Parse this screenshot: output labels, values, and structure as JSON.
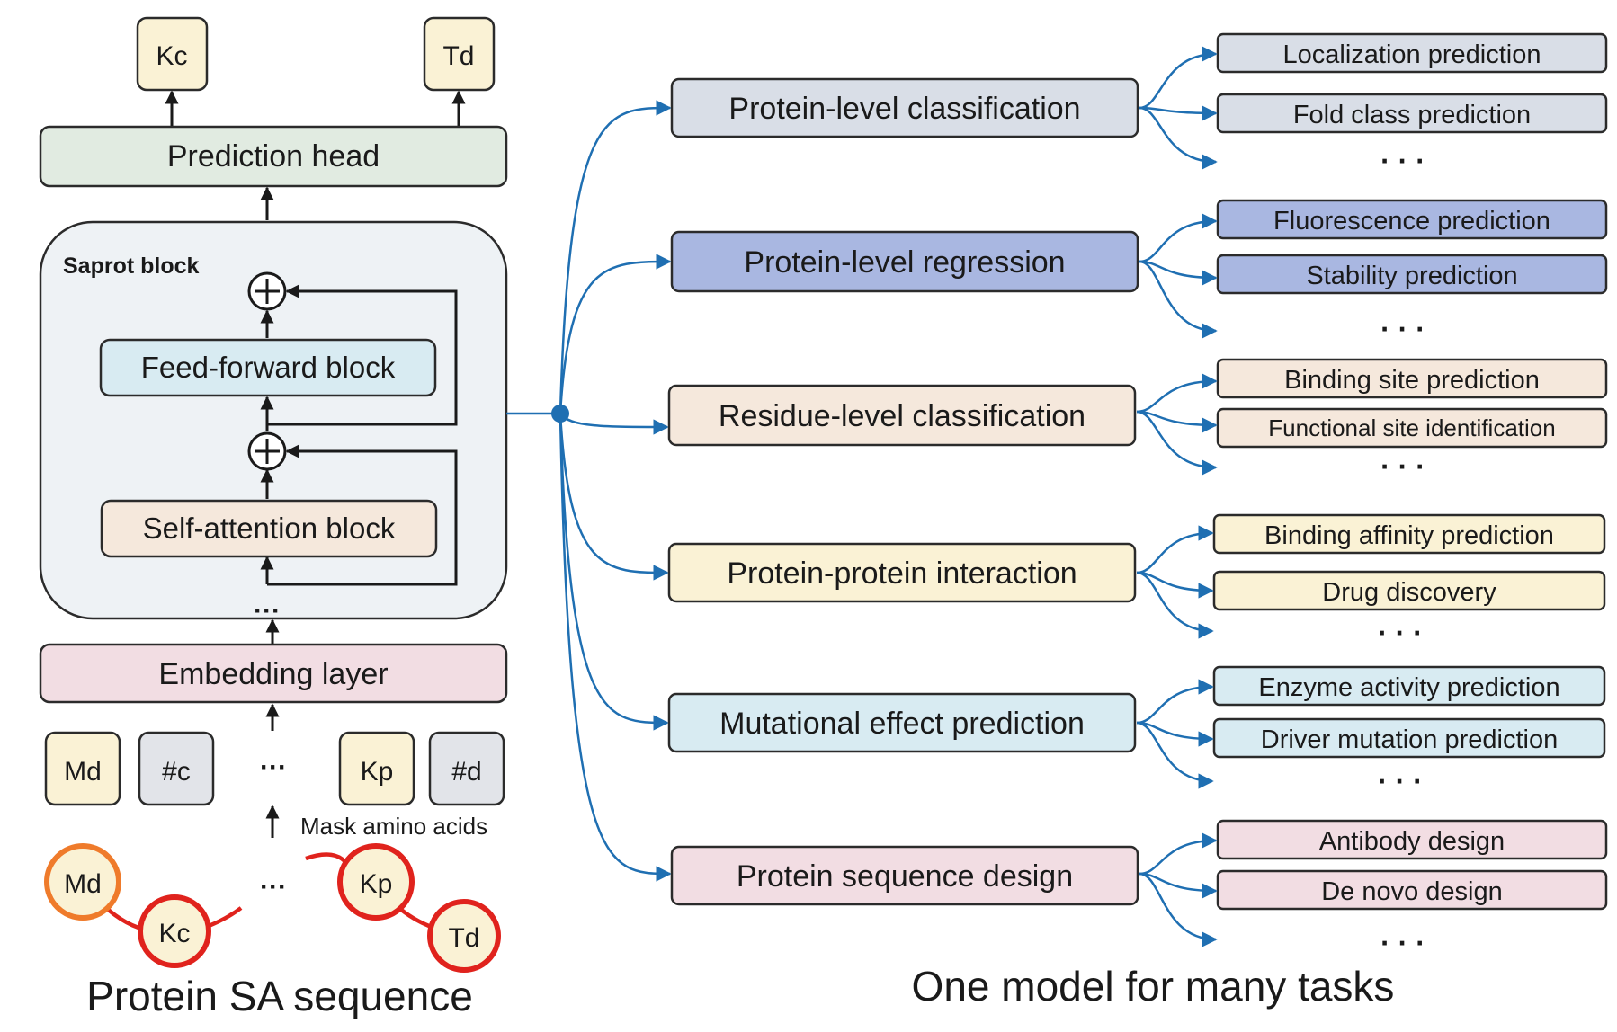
{
  "colors": {
    "cream": "#faf2d5",
    "gray": "#e2e4e9",
    "green": "#e1ebe1",
    "saprot_bg": "#eef2f5",
    "light_blue": "#d8ebf2",
    "peach": "#f5e8dc",
    "pink": "#f2dde3",
    "slate": "#d9dee7",
    "periwinkle": "#a9b7e1",
    "edge_blue": "#1f6fb2",
    "ring_red": "#e0231d",
    "ring_orange": "#ef7b2b"
  },
  "left": {
    "outputs": [
      "Kc",
      "Td"
    ],
    "prediction_head": "Prediction head",
    "saprot_block": {
      "title": "Saprot block",
      "feed_forward": "Feed-forward block",
      "self_attention": "Self-attention block"
    },
    "embedding_layer": "Embedding layer",
    "input_tokens": [
      "Md",
      "#c",
      "Kp",
      "#d"
    ],
    "ellipsis": "···",
    "mask_label": "Mask amino acids",
    "sequence_residues": [
      "Md",
      "Kc",
      "Kp",
      "Td"
    ],
    "caption": "Protein SA sequence"
  },
  "right": {
    "caption": "One model for many tasks",
    "ellipsis": "· · ·",
    "categories": [
      {
        "label": "Protein-level classification",
        "tasks": [
          "Localization prediction",
          "Fold class prediction"
        ]
      },
      {
        "label": "Protein-level regression",
        "tasks": [
          "Fluorescence prediction",
          "Stability prediction"
        ]
      },
      {
        "label": "Residue-level classification",
        "tasks": [
          "Binding site prediction",
          "Functional site identification"
        ]
      },
      {
        "label": "Protein-protein interaction",
        "tasks": [
          "Binding affinity prediction",
          "Drug discovery"
        ]
      },
      {
        "label": "Mutational effect prediction",
        "tasks": [
          "Enzyme activity prediction",
          "Driver mutation prediction"
        ]
      },
      {
        "label": "Protein sequence design",
        "tasks": [
          "Antibody design",
          "De novo design"
        ]
      }
    ]
  }
}
